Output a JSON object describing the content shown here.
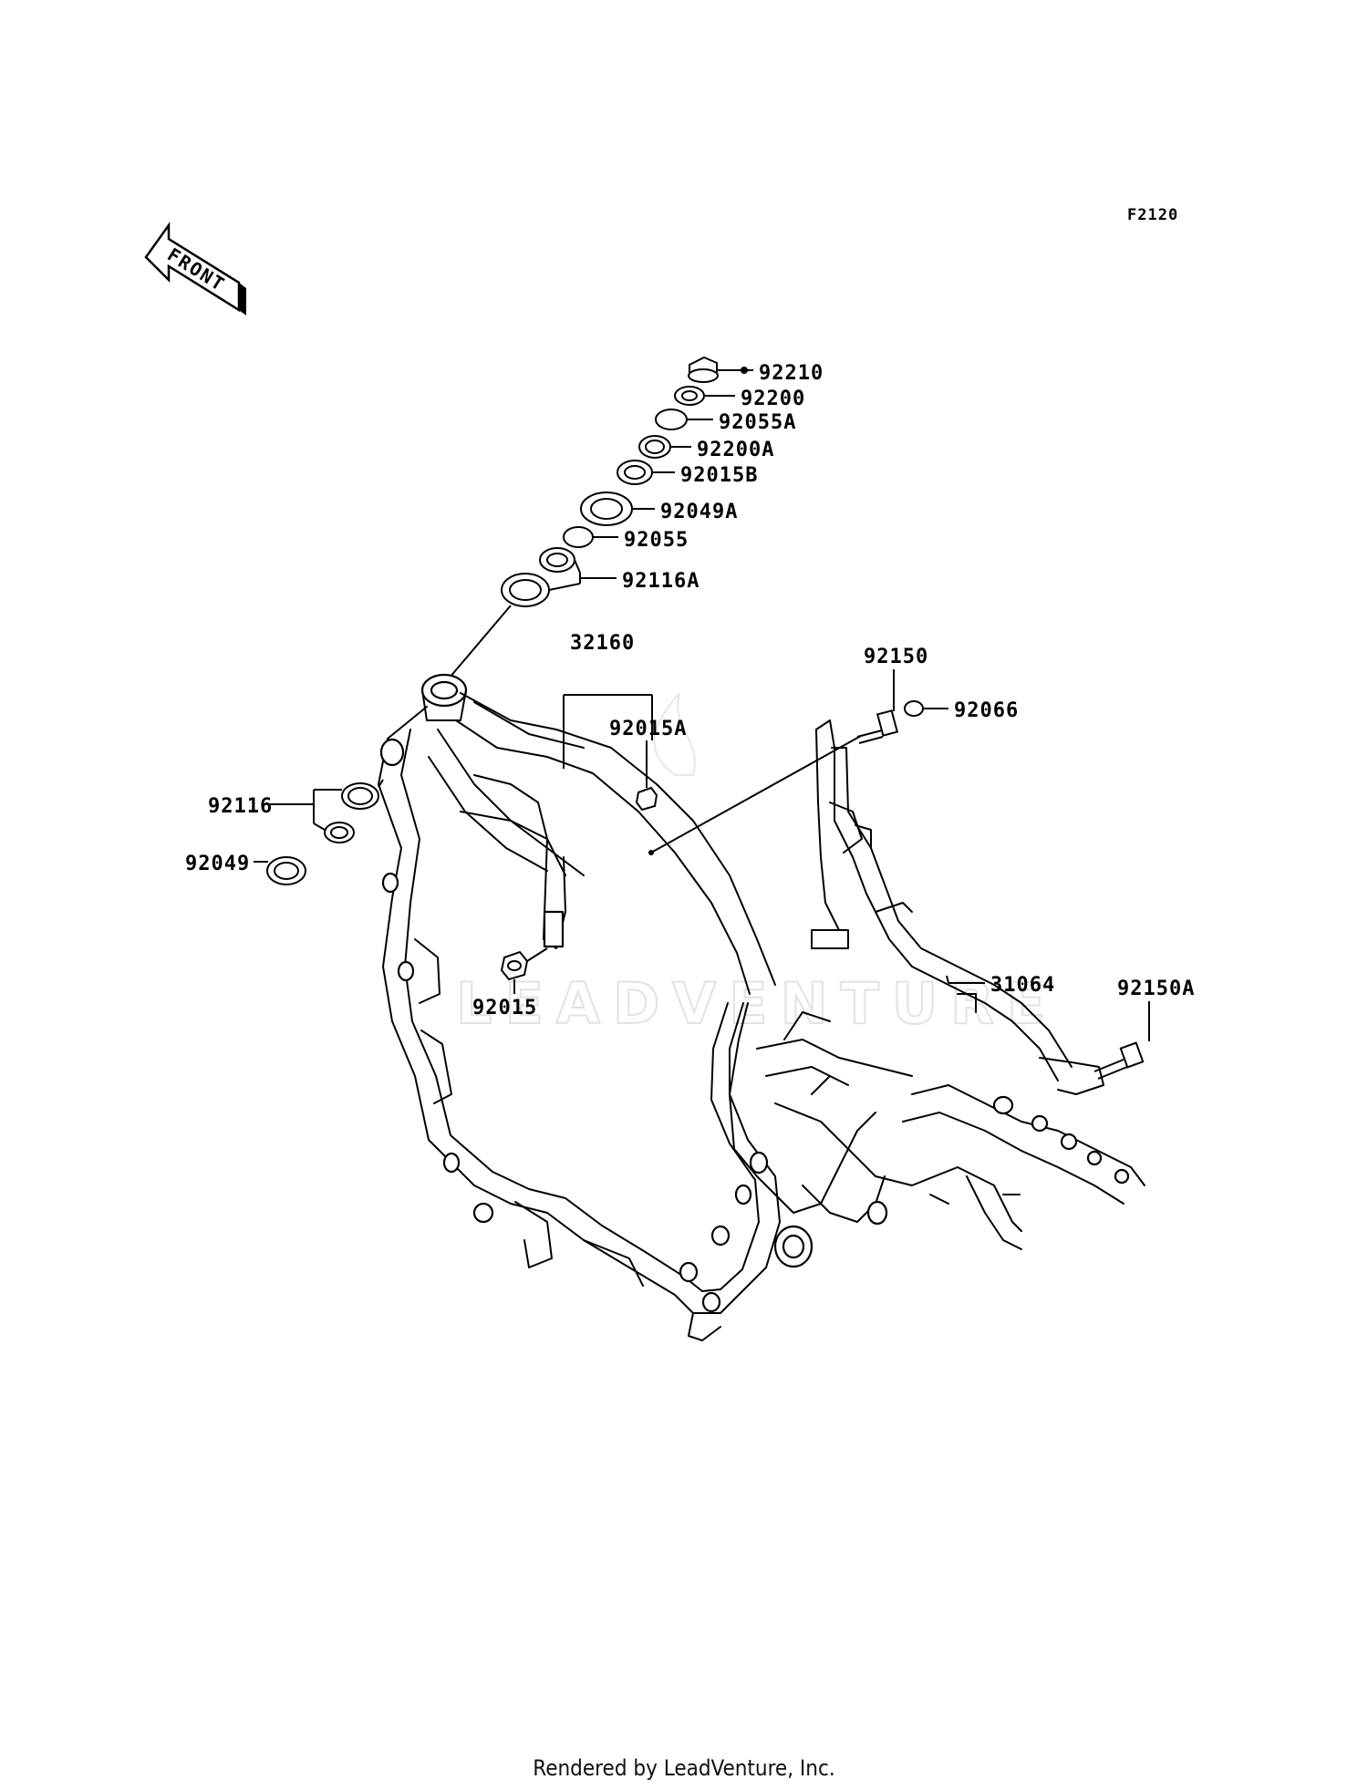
{
  "diagram_code": "F2120",
  "front_arrow_label": "FRONT",
  "watermark": "LEADVENTURE",
  "footer": "Rendered by LeadVenture, Inc.",
  "parts": [
    {
      "id": "92210"
    },
    {
      "id": "92200"
    },
    {
      "id": "92055A"
    },
    {
      "id": "92200A"
    },
    {
      "id": "92015B"
    },
    {
      "id": "92049A"
    },
    {
      "id": "92055"
    },
    {
      "id": "92116A"
    },
    {
      "id": "32160"
    },
    {
      "id": "92015A"
    },
    {
      "id": "92150"
    },
    {
      "id": "92066"
    },
    {
      "id": "92116"
    },
    {
      "id": "92049"
    },
    {
      "id": "92015"
    },
    {
      "id": "31064"
    },
    {
      "id": "92150A"
    }
  ]
}
